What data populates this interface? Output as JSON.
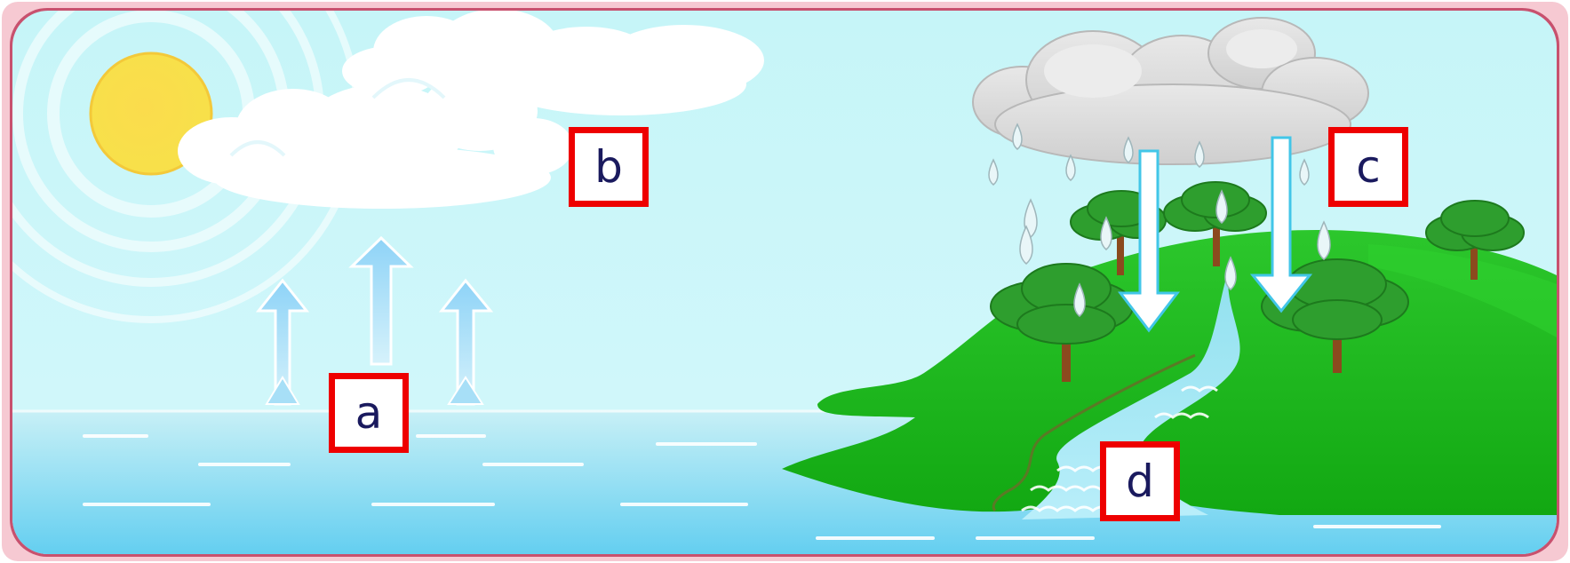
{
  "labels": {
    "a": "a",
    "b": "b",
    "c": "c",
    "d": "d"
  },
  "colors": {
    "frame": "#c8516e",
    "sky": "#c9f6f9",
    "sea": "#8fdcf0",
    "land": "#1db81d",
    "label_border": "#ee0000",
    "label_text": "#1a1a5e"
  },
  "icons": [
    "sun-icon",
    "cloud-icon",
    "rain-cloud-icon",
    "tree-icon",
    "up-arrow-icon",
    "down-arrow-icon",
    "raindrop-icon"
  ]
}
